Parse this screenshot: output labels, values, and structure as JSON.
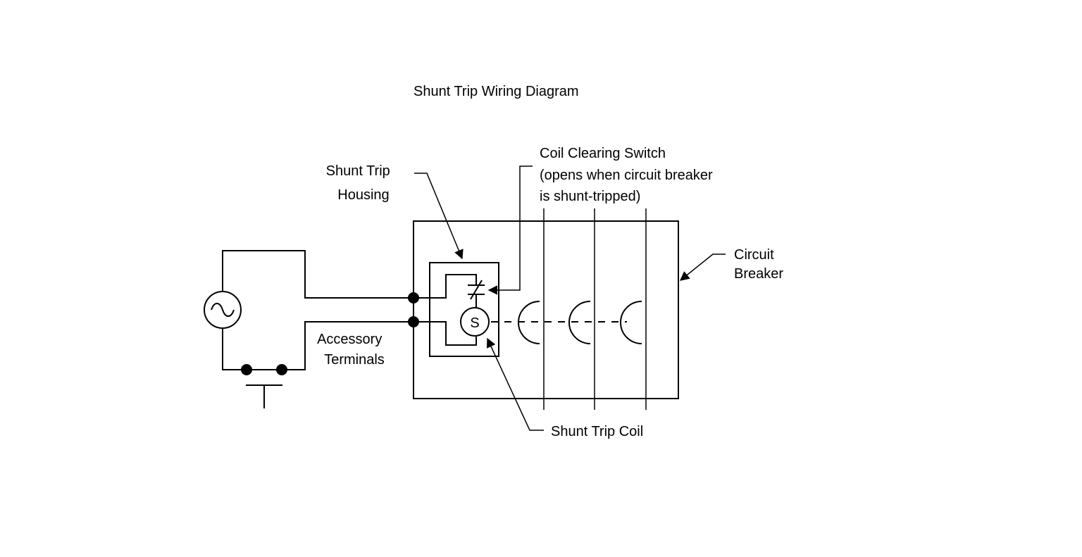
{
  "title": "Shunt Trip Wiring Diagram",
  "labels": {
    "shunt_trip_housing": [
      "Shunt Trip",
      "Housing"
    ],
    "coil_clearing_switch": [
      "Coil Clearing Switch",
      "(opens when circuit breaker",
      "is shunt-tripped)"
    ],
    "circuit_breaker": [
      "Circuit",
      "Breaker"
    ],
    "accessory_terminals": [
      "Accessory",
      "Terminals"
    ],
    "shunt_trip_coil": "Shunt Trip Coil",
    "coil_symbol": "S"
  }
}
